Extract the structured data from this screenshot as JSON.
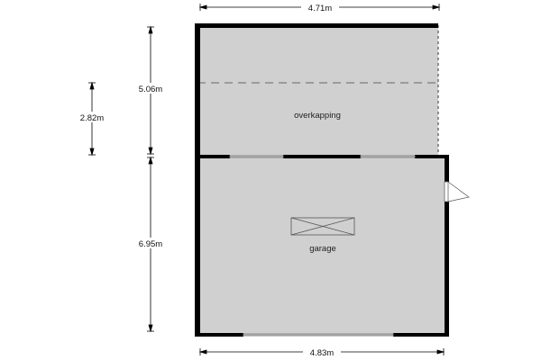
{
  "rooms": {
    "covered_area": "overkapping",
    "garage": "garage"
  },
  "dimensions": {
    "top_width": "4.71m",
    "bottom_width": "4.83m",
    "covered_depth": "5.06m",
    "garage_depth": "6.95m",
    "partial_depth": "2.82m"
  },
  "colors": {
    "floor": "#d0d0d0",
    "wall": "#000000"
  }
}
